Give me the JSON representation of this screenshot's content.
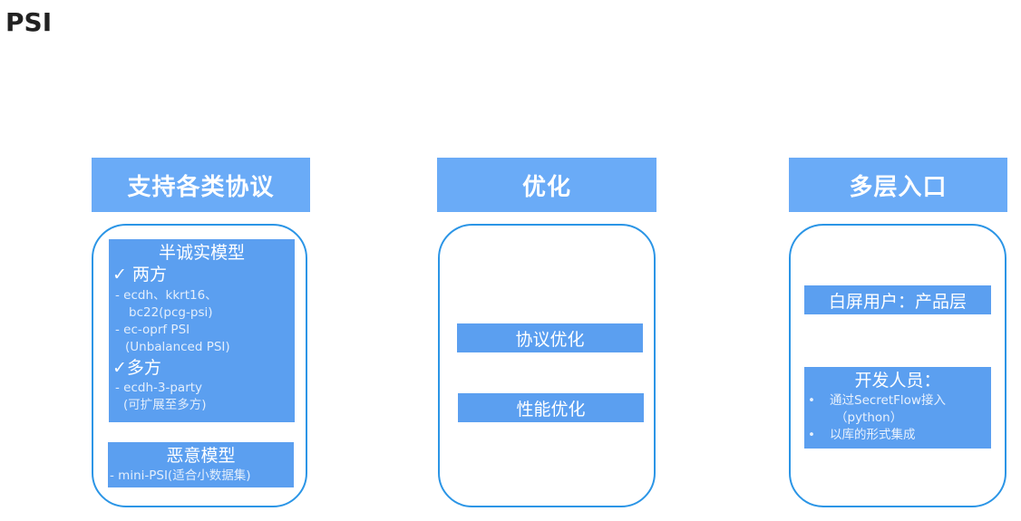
{
  "page_title": "PSI",
  "columns": [
    {
      "header": "支持各类协议",
      "semi_honest": {
        "title": "半诚实模型",
        "two_party_label": "✓ 两方",
        "two_party_items": [
          "- ecdh、kkrt16、",
          "bc22(pcg-psi)",
          "- ec-oprf PSI",
          "(Unbalanced PSI)"
        ],
        "multi_party_label": "✓多方",
        "multi_party_items": [
          "- ecdh-3-party",
          "(可扩展至多方)"
        ]
      },
      "malicious": {
        "title": "恶意模型",
        "items": [
          "- mini-PSI(适合小数据集)"
        ]
      }
    },
    {
      "header": "优化",
      "items": [
        "协议优化",
        "性能优化"
      ]
    },
    {
      "header": "多层入口",
      "whitebox": "白屏用户：产品层",
      "developer": {
        "title": "开发人员：",
        "bullet": "•",
        "items": [
          "通过SecretFlow接入",
          "（python）",
          "以库的形式集成"
        ]
      }
    }
  ]
}
